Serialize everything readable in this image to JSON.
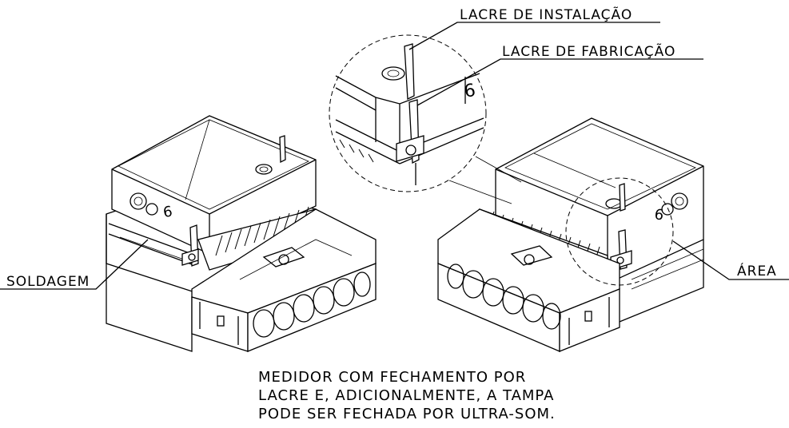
{
  "labels": {
    "lacre_instalacao": "LACRE DE INSTALAÇÃO",
    "lacre_fabricacao": "LACRE DE FABRICAÇÃO",
    "soldagem": "SOLDAGEM",
    "area": "ÁREA"
  },
  "meter_digit": "6",
  "caption": {
    "line1": "MEDIDOR COM FECHAMENTO POR",
    "line2": "LACRE E, ADICIONALMENTE, A TAMPA",
    "line3": "PODE SER FECHADA POR ULTRA-SOM."
  }
}
